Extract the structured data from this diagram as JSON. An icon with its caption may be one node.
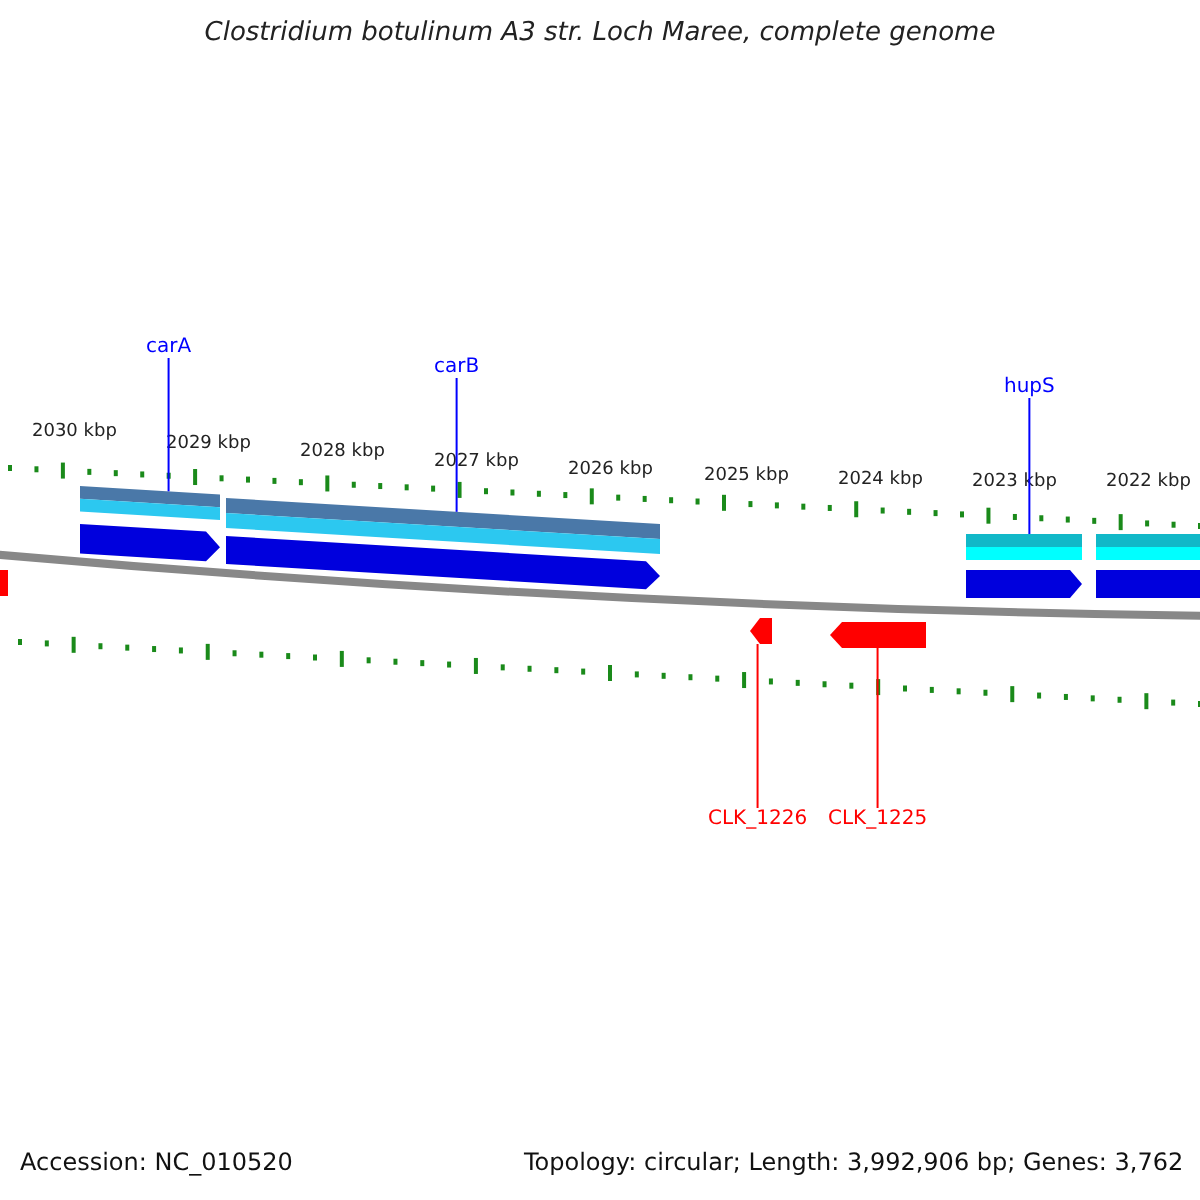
{
  "diagram": {
    "title": "Clostridium botulinum A3 str. Loch Maree, complete genome",
    "nodes": [
      {
        "text": [
          "carA"
        ]
      },
      {
        "text": [
          "carB"
        ]
      },
      {
        "text": [
          "hupS"
        ]
      },
      {
        "text": [
          "CLK_1226"
        ]
      },
      {
        "text": [
          "CLK_1225"
        ]
      },
      {
        "text": [],
        "shape": "bar"
      },
      {
        "text": [],
        "shape": "bar"
      },
      {
        "text": [],
        "shape": "bar"
      },
      {
        "text": [],
        "shape": "bar"
      },
      {
        "text": [],
        "shape": "pentagon"
      },
      {
        "text": [],
        "shape": "pentagon"
      },
      {
        "text": [],
        "shape": "pentagon"
      },
      {
        "text": [],
        "shape": "pentagon"
      },
      {
        "text": [],
        "shape": "pentagon"
      },
      {
        "text": [],
        "shape": "pentagon"
      },
      {
        "text": [],
        "shape": "pentagon"
      }
    ],
    "edges": [
      {
        "from": 0,
        "to": 5,
        "arrow": "none"
      },
      {
        "from": 1,
        "to": 6,
        "arrow": "none"
      },
      {
        "from": 2,
        "to": 7,
        "arrow": "none"
      },
      {
        "from": 3,
        "to": 14,
        "arrow": "none",
        "color": "#ff0000"
      },
      {
        "from": 4,
        "to": 15,
        "arrow": "none",
        "color": "#ff0000"
      }
    ],
    "labels": [
      "2030 kbp",
      "2029 kbp",
      "2028 kbp",
      "2027 kbp",
      "2026 kbp",
      "2025 kbp",
      "2024 kbp",
      "2023 kbp",
      "2022 kbp",
      "Accession: NC_010520",
      "Topology: circular; Length: 3,992,906 bp; Genes: 3,762"
    ]
  }
}
